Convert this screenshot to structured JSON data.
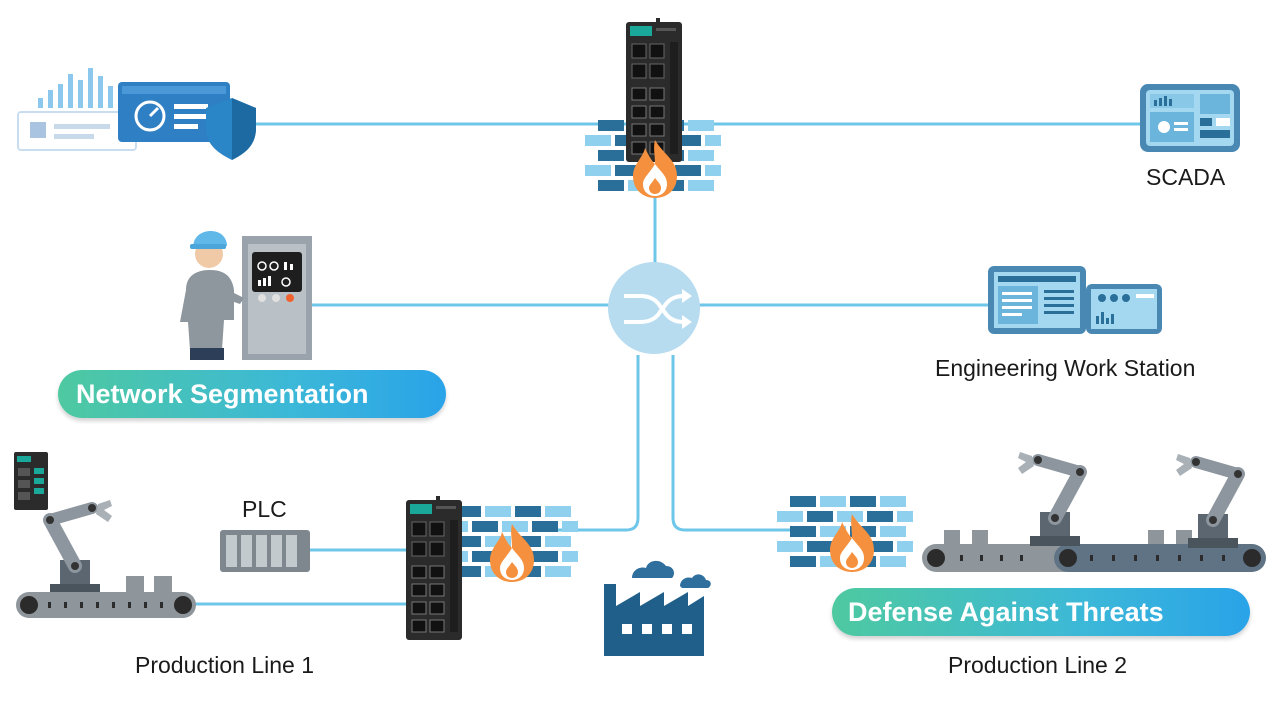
{
  "labels": {
    "scada": "SCADA",
    "engineering_ws": "Engineering Work Station",
    "plc": "PLC",
    "production_line_1": "Production Line 1",
    "production_line_2": "Production Line 2"
  },
  "banners": {
    "network_segmentation": "Network Segmentation",
    "defense_against_threats": "Defense Against Threats"
  },
  "colors": {
    "link_line": "#6ec6e8",
    "brick_dark": "#2a6f99",
    "brick_light": "#8fd0ef",
    "device_body": "#2b2b2b",
    "device_badge": "#1aa89a",
    "flame_outer": "#f5913e",
    "switch_circle": "#b7dcf0",
    "factory": "#1f5f8a",
    "cloud": "#2e6f9e",
    "monitor_frame": "#4a88b4",
    "pill_start": "#4ec9a0",
    "pill_end": "#2aa3e8"
  },
  "icons": [
    "security-dashboard-icon",
    "shield-icon",
    "firewall-device-icon",
    "firewall-bricks-icon",
    "flame-icon",
    "scada-monitor-icon",
    "hmi-operator-icon",
    "network-switch-icon",
    "workstation-icon",
    "plc-icon",
    "robot-arm-icon",
    "conveyor-icon",
    "factory-icon",
    "cloud-icon"
  ]
}
